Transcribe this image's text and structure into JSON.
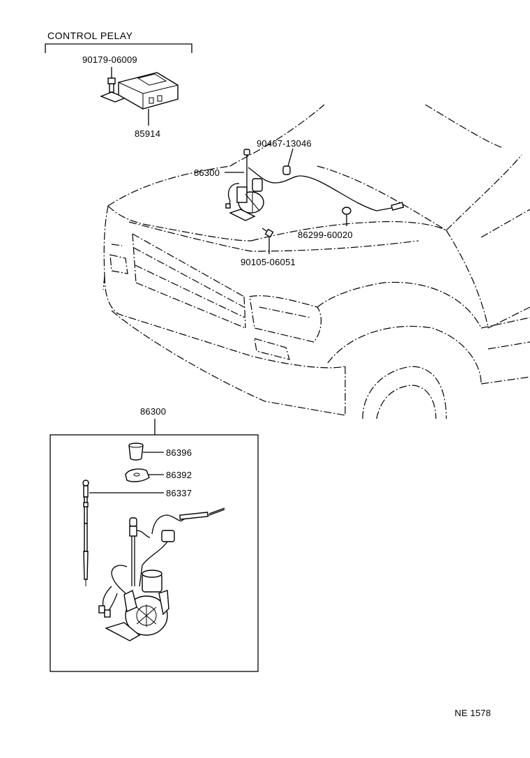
{
  "relay_section": {
    "title": "CONTROL PELAY",
    "bolt_part": "90179-06009",
    "relay_part": "85914"
  },
  "vehicle_section": {
    "cable_clip_part": "90467-13046",
    "antenna_assy_part": "86300",
    "grommet_part": "86299-60020",
    "screw_part": "90105-06051"
  },
  "detail_section": {
    "assy_part": "86300",
    "nut_part": "86396",
    "washer_part": "86392",
    "rod_part": "86337"
  },
  "figure_code": "NE 1578"
}
